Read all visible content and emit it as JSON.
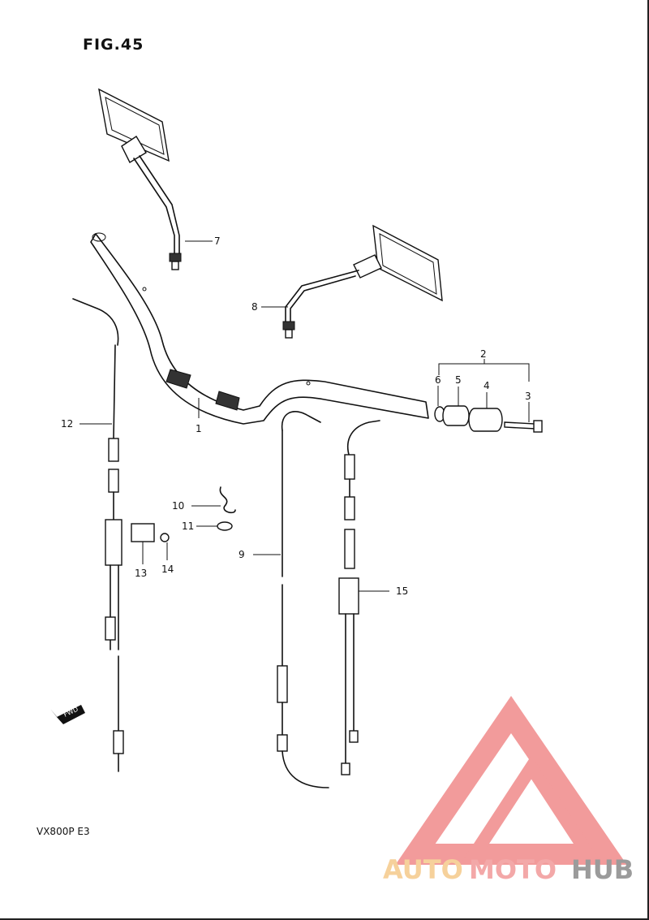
{
  "figure_title": "FIG.45",
  "model_code": "VX800P  E3",
  "fwd_label": "FWD",
  "watermark": {
    "brand_auto": "AUTO",
    "brand_moto": "MOTO",
    "brand_hub": "HUB",
    "colors": {
      "triangle": "#f08a8a",
      "auto": "#f5c98a",
      "moto": "#f19a9a",
      "hub": "#8a8a8a"
    }
  },
  "callouts": {
    "c1": "1",
    "c2": "2",
    "c3": "3",
    "c4": "4",
    "c5": "5",
    "c6": "6",
    "c7": "7",
    "c8": "8",
    "c9": "9",
    "c10": "10",
    "c11": "11",
    "c12": "12",
    "c13": "13",
    "c14": "14",
    "c15": "15"
  }
}
